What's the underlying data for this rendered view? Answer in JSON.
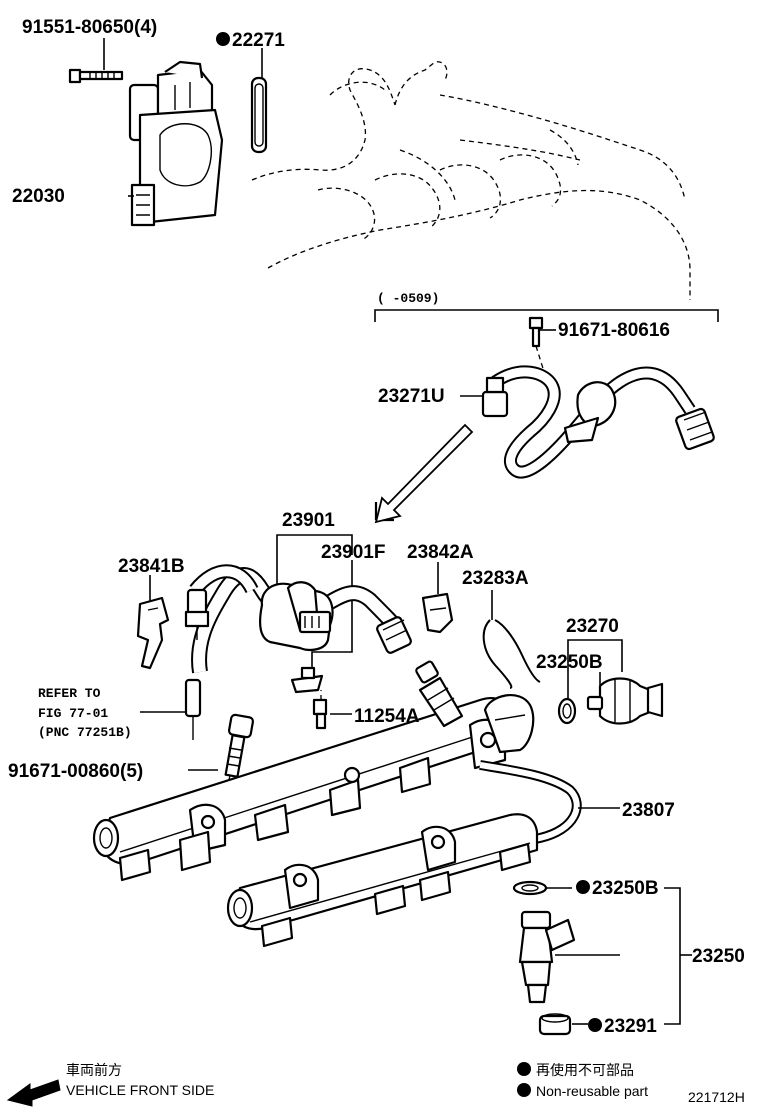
{
  "parts": {
    "bolt_throttle": "91551-80650(4)",
    "gasket_throttle": "22271",
    "throttle_body": "22030",
    "date_range": "(      -0509)",
    "bolt_hose": "91671-80616",
    "hose_u": "23271U",
    "fuel_hose_assy": "23901",
    "hose_f": "23901F",
    "clip_a": "23842A",
    "clip_b": "23841B",
    "clamp": "23283A",
    "damper": "23270",
    "oring_damper": "23250B",
    "stud": "11254A",
    "bolt_rail": "91671-00860(5)",
    "fuel_pipe": "23807",
    "oring_injector": "23250B",
    "injector": "23250",
    "insulator": "23291"
  },
  "refer": {
    "line1": "REFER TO",
    "line2": "FIG 77-01",
    "line3": "(PNC 77251B)"
  },
  "legend": {
    "front_jp": "車両前方",
    "front_en": "VEHICLE FRONT SIDE",
    "nonreuse_jp": "再使用不可部品",
    "nonreuse_en": "Non-reusable part"
  },
  "figure_id": "221712H"
}
